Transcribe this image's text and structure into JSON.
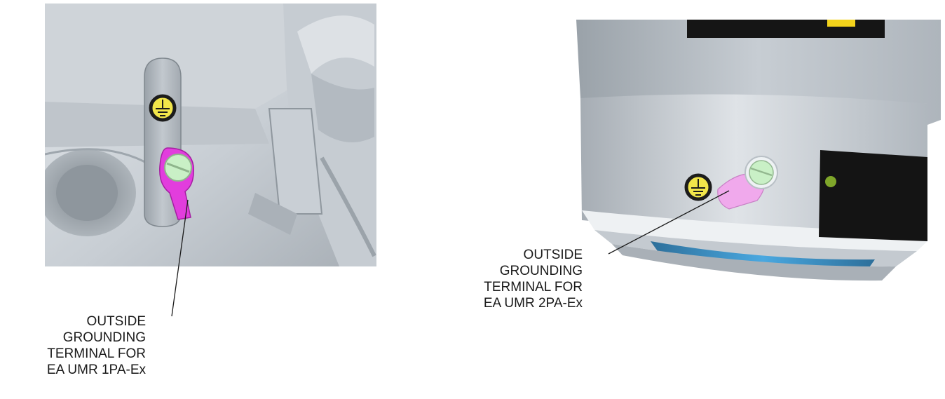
{
  "figures": [
    {
      "id": "ea-umr-1pa-ex",
      "callout_lines": [
        "OUTSIDE",
        "GROUNDING",
        "TERMINAL FOR",
        "EA UMR 1PA-Ex"
      ]
    },
    {
      "id": "ea-umr-2pa-ex",
      "callout_lines": [
        "OUTSIDE",
        "GROUNDING",
        "TERMINAL FOR",
        "EA UMR 2PA-Ex"
      ]
    }
  ],
  "colors": {
    "housing_light": "#d9dee3",
    "housing_mid": "#b9c0c7",
    "housing_dark": "#8b939b",
    "ground_symbol_fill": "#f2e64a",
    "ground_symbol_ring": "#1c1c1c",
    "lug_1pa": "#e23ddd",
    "lug_2pa": "#f0a9ec",
    "screw": "#c9f0c6",
    "indicator_led": "#7fa62a",
    "window_blue": "#4aa8e0",
    "leader_line": "#1a1a1a"
  },
  "icons": [
    "ground-symbol-icon",
    "ground-symbol-icon",
    "grounding-screw-icon",
    "grounding-screw-icon",
    "cable-lug-icon",
    "cable-lug-icon",
    "status-led-icon"
  ]
}
